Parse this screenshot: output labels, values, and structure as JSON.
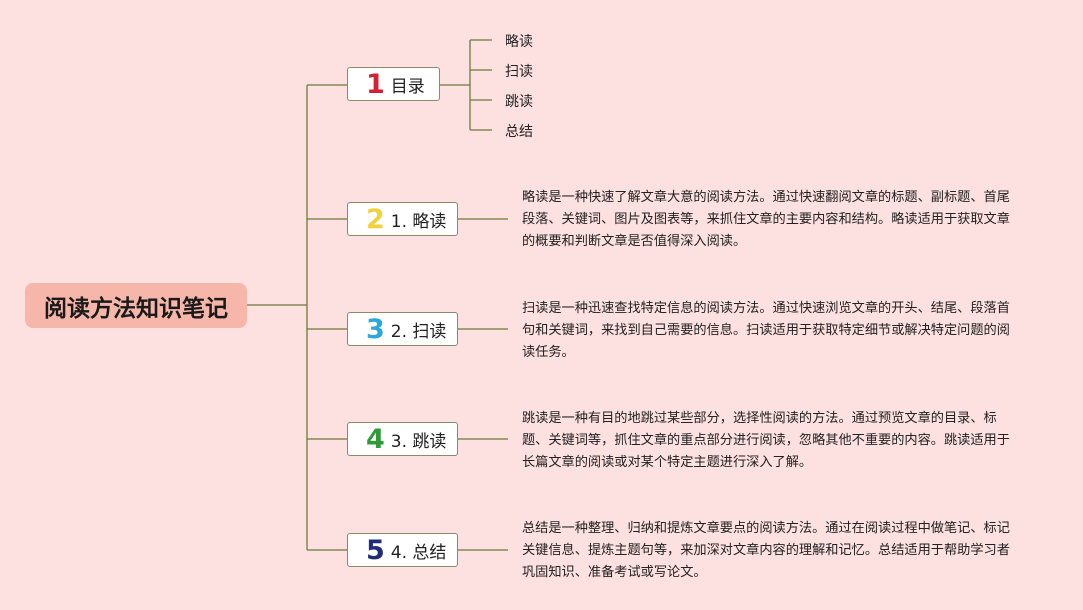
{
  "root": {
    "title": "阅读方法知识笔记"
  },
  "colors": {
    "background": "#fde0e0",
    "root_fill": "#f6b6a9",
    "line": "#6b7a3a",
    "num1": "#d42032",
    "num2": "#f2d23c",
    "num3": "#2aa7df",
    "num4": "#2e9b3a",
    "num5": "#1f2d7a"
  },
  "branches": [
    {
      "number": "1",
      "label": "目录"
    },
    {
      "number": "2",
      "label": "1. 略读"
    },
    {
      "number": "3",
      "label": "2. 扫读"
    },
    {
      "number": "4",
      "label": "3. 跳读"
    },
    {
      "number": "5",
      "label": "4. 总结"
    }
  ],
  "toc_items": [
    "略读",
    "扫读",
    "跳读",
    "总结"
  ],
  "descriptions": [
    "略读是一种快速了解文章大意的阅读方法。通过快速翻阅文章的标题、副标题、首尾段落、关键词、图片及图表等，来抓住文章的主要内容和结构。略读适用于获取文章的概要和判断文章是否值得深入阅读。",
    "扫读是一种迅速查找特定信息的阅读方法。通过快速浏览文章的开头、结尾、段落首句和关键词，来找到自己需要的信息。扫读适用于获取特定细节或解决特定问题的阅读任务。",
    "跳读是一种有目的地跳过某些部分，选择性阅读的方法。通过预览文章的目录、标题、关键词等，抓住文章的重点部分进行阅读，忽略其他不重要的内容。跳读适用于长篇文章的阅读或对某个特定主题进行深入了解。",
    "总结是一种整理、归纳和提炼文章要点的阅读方法。通过在阅读过程中做笔记、标记关键信息、提炼主题句等，来加深对文章内容的理解和记忆。总结适用于帮助学习者巩固知识、准备考试或写论文。"
  ]
}
